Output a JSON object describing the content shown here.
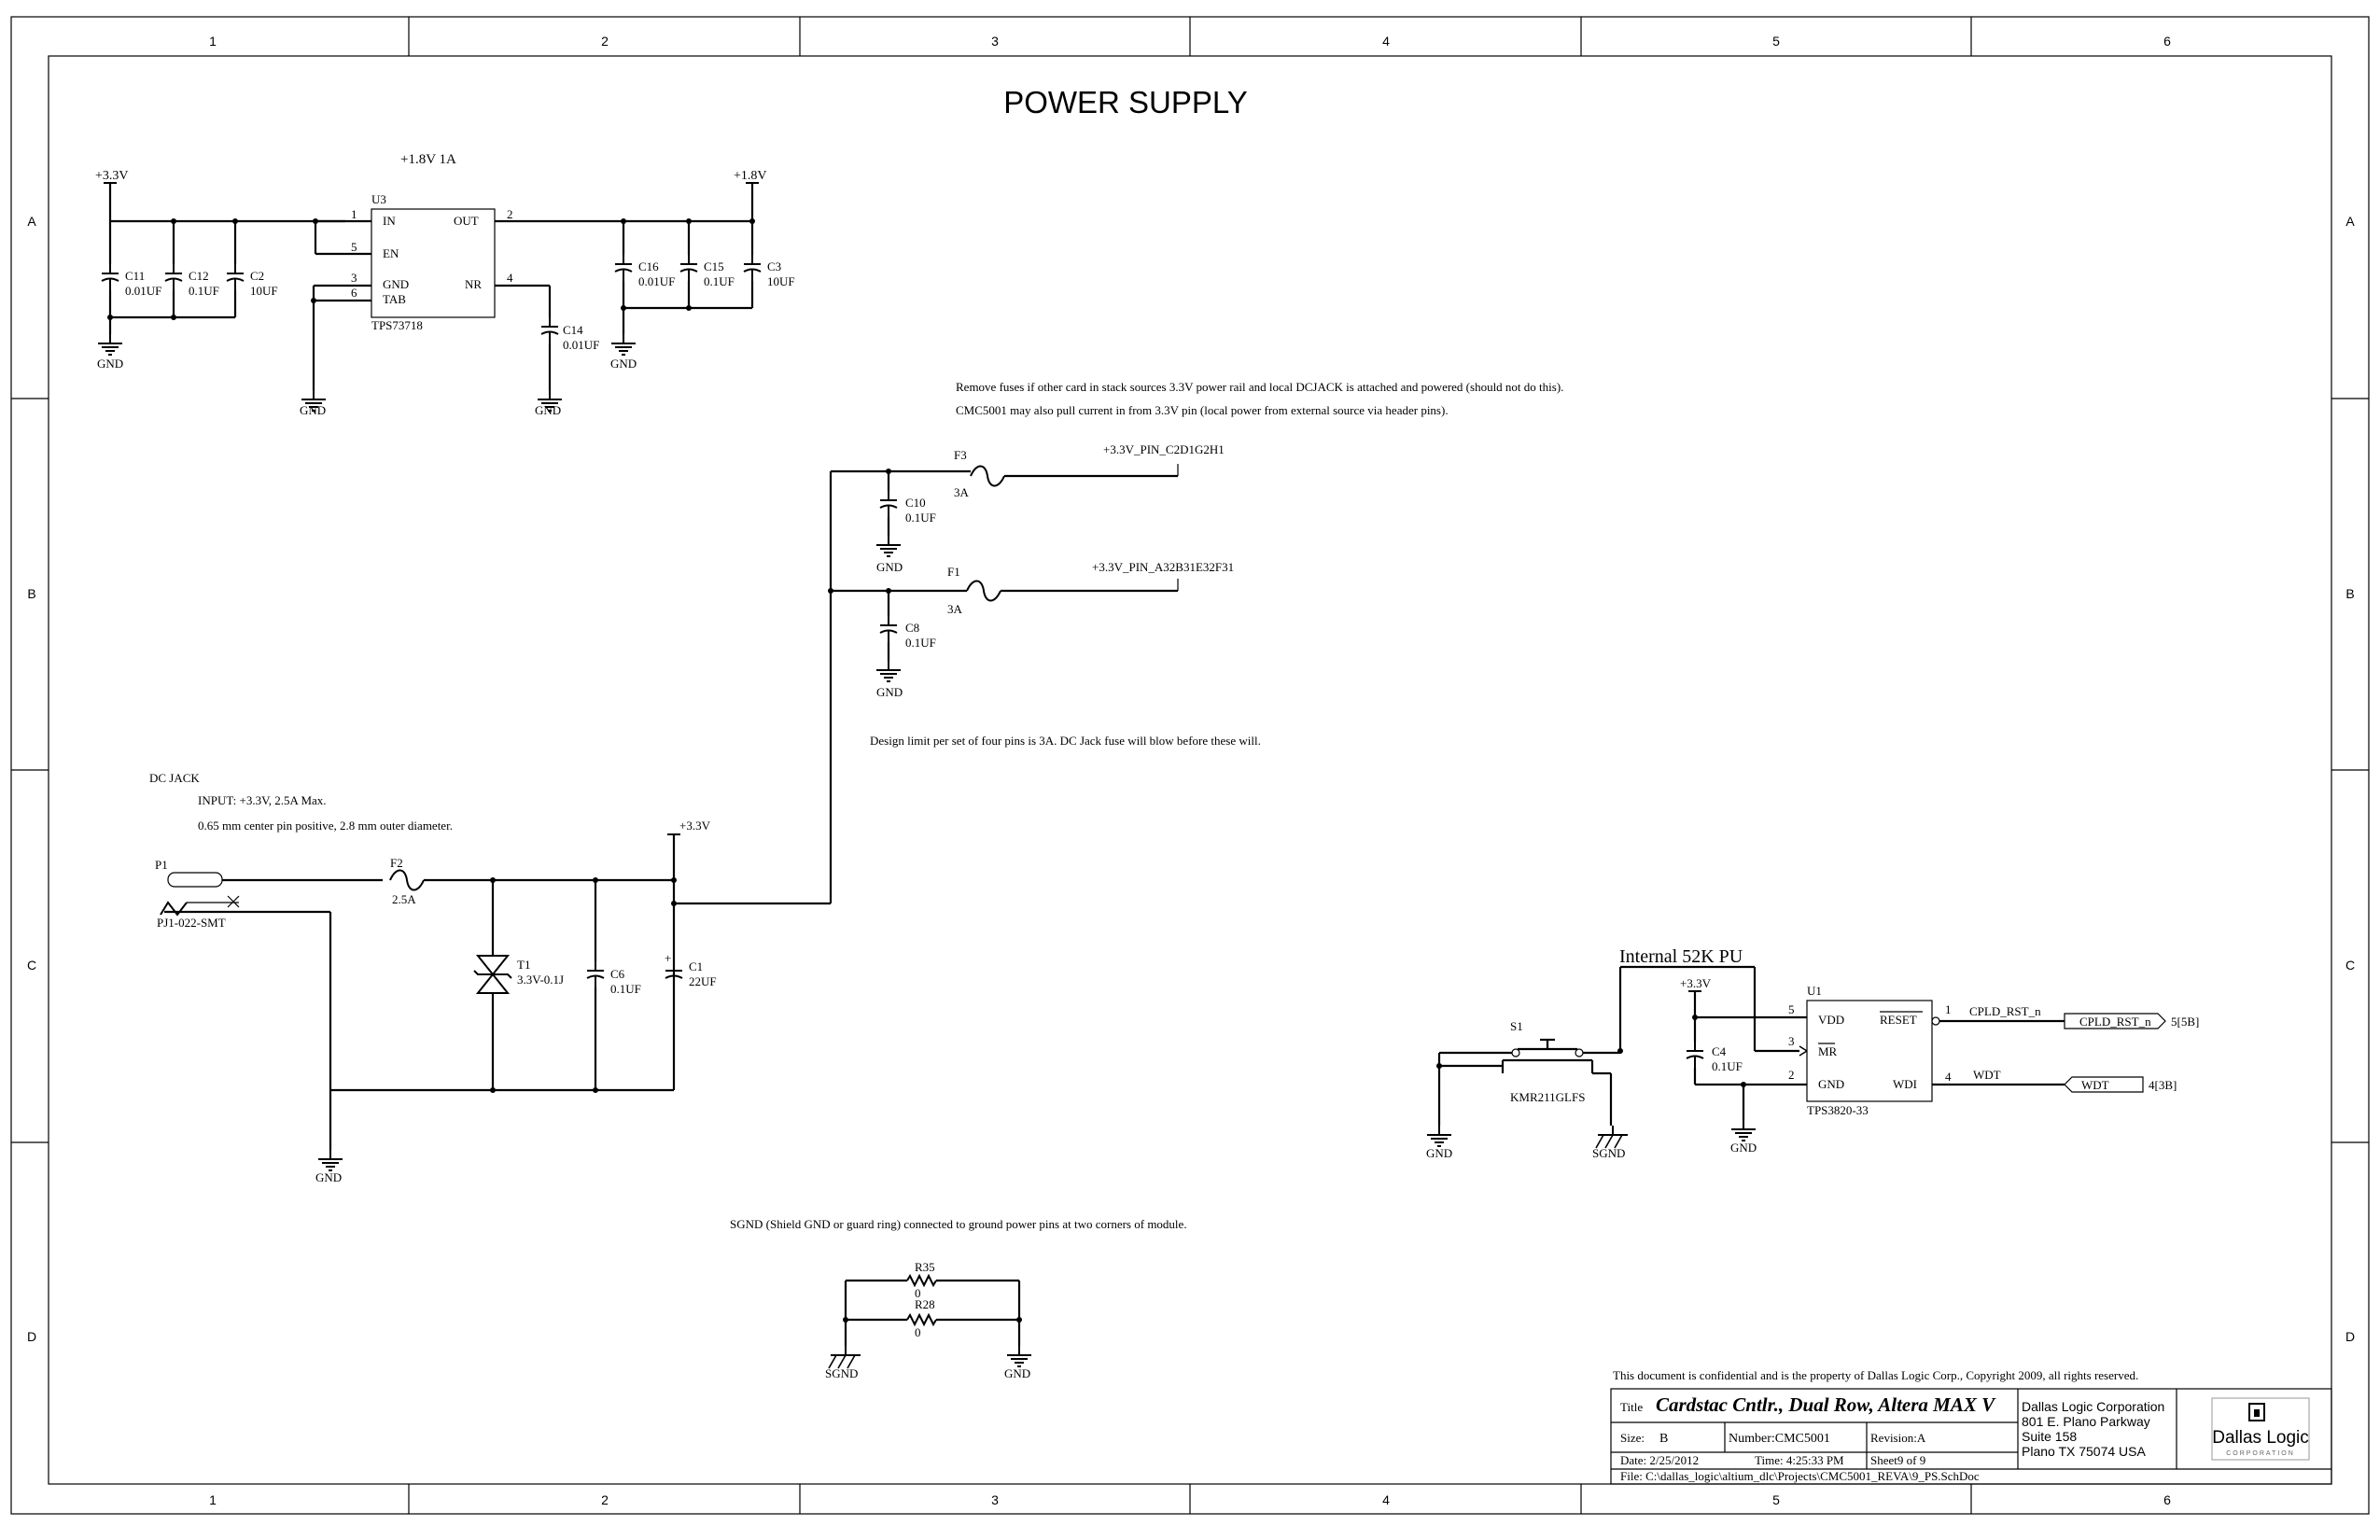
{
  "border": {
    "columns": [
      "1",
      "2",
      "3",
      "4",
      "5",
      "6"
    ],
    "rows": [
      "A",
      "B",
      "C",
      "D"
    ]
  },
  "title": "POWER SUPPLY",
  "regulator": {
    "designator": "U3",
    "part": "TPS73718",
    "rail_label": "+1.8V  1A",
    "pins": {
      "in": "IN",
      "en": "EN",
      "gnd": "GND",
      "tab": "TAB",
      "out": "OUT",
      "nr": "NR"
    },
    "pin_numbers": {
      "in": "1",
      "en": "5",
      "gnd": "3",
      "tab": "6",
      "out": "2",
      "nr": "4"
    },
    "input_rail": "+3.3V",
    "output_rail": "+1.8V",
    "input_caps": [
      {
        "ref": "C11",
        "value": "0.01UF"
      },
      {
        "ref": "C12",
        "value": "0.1UF"
      },
      {
        "ref": "C2",
        "value": "10UF"
      }
    ],
    "output_caps": [
      {
        "ref": "C16",
        "value": "0.01UF"
      },
      {
        "ref": "C15",
        "value": "0.1UF"
      },
      {
        "ref": "C3",
        "value": "10UF"
      }
    ],
    "nr_cap": {
      "ref": "C14",
      "value": "0.01UF"
    }
  },
  "gnd_label": "GND",
  "sgnd_label": "SGND",
  "notes": {
    "fuse_line1": "Remove fuses if other card in stack sources 3.3V power rail and local DCJACK is attached and powered (should not do this).",
    "fuse_line2": "CMC5001 may also pull current in from 3.3V pin (local power from external source via header pins).",
    "design_limit": "Design limit per set of four pins is 3A.   DC Jack fuse will blow before these will.",
    "sgnd": "SGND (Shield GND or guard ring) connected to ground power pins at two corners of module.",
    "confidential": "This document is confidential and is the property of Dallas Logic Corp.,  Copyright  2009, all rights reserved."
  },
  "fuses": {
    "f3": {
      "ref": "F3",
      "value": "3A",
      "net": "+3.3V_PIN_C2D1G2H1"
    },
    "f1": {
      "ref": "F1",
      "value": "3A",
      "net": "+3.3V_PIN_A32B31E32F31"
    },
    "f2": {
      "ref": "F2",
      "value": "2.5A"
    }
  },
  "header_caps": [
    {
      "ref": "C10",
      "value": "0.1UF"
    },
    {
      "ref": "C8",
      "value": "0.1UF"
    }
  ],
  "dcjack": {
    "heading": "DC JACK",
    "input": "INPUT:  +3.3V, 2.5A Max.",
    "spec": "0.65 mm center pin positive, 2.8 mm outer diameter.",
    "ref": "P1",
    "part": "PJ1-022-SMT",
    "tvs_ref": "T1",
    "tvs_value": "3.3V-0.1J",
    "cap6": {
      "ref": "C6",
      "value": "0.1UF"
    },
    "cap1": {
      "ref": "C1",
      "value": "22UF"
    },
    "rail": "+3.3V"
  },
  "supervisor": {
    "heading": "Internal 52K PU",
    "ref": "U1",
    "part": "TPS3820-33",
    "pins": {
      "vdd": "VDD",
      "mr": "MR",
      "gnd": "GND",
      "reset": "RESET",
      "wdi": "WDI"
    },
    "pin_numbers": {
      "vdd": "5",
      "mr": "3",
      "gnd": "2",
      "reset": "1",
      "wdi": "4"
    },
    "rail": "+3.3V",
    "cap": {
      "ref": "C4",
      "value": "0.1UF"
    },
    "switch_ref": "S1",
    "switch_part": "KMR211GLFS",
    "net_reset": "CPLD_RST_n",
    "port_reset": "CPLD_RST_n",
    "port_reset_ref": "5[5B]",
    "net_wdt": "WDT",
    "port_wdt": "WDT",
    "port_wdt_ref": "4[3B]"
  },
  "resistors": [
    {
      "ref": "R35",
      "value": "0"
    },
    {
      "ref": "R28",
      "value": "0"
    }
  ],
  "titleblock": {
    "title_label": "Title",
    "title": "Cardstac Cntlr., Dual Row, Altera MAX V",
    "size_label": "Size:",
    "size": "B",
    "number": "Number:CMC5001",
    "revision": "Revision:A",
    "date": "Date:  2/25/2012",
    "time": "Time:  4:25:33 PM",
    "sheet": "Sheet9   of  9",
    "file": "File:    C:\\dallas_logic\\altium_dlc\\Projects\\CMC5001_REVA\\9_PS.SchDoc",
    "company": [
      "Dallas Logic Corporation",
      "801 E. Plano Parkway",
      "Suite 158",
      "Plano TX 75074 USA"
    ],
    "logo": "Dallas Logic",
    "logo_sub": "CORPORATION"
  }
}
